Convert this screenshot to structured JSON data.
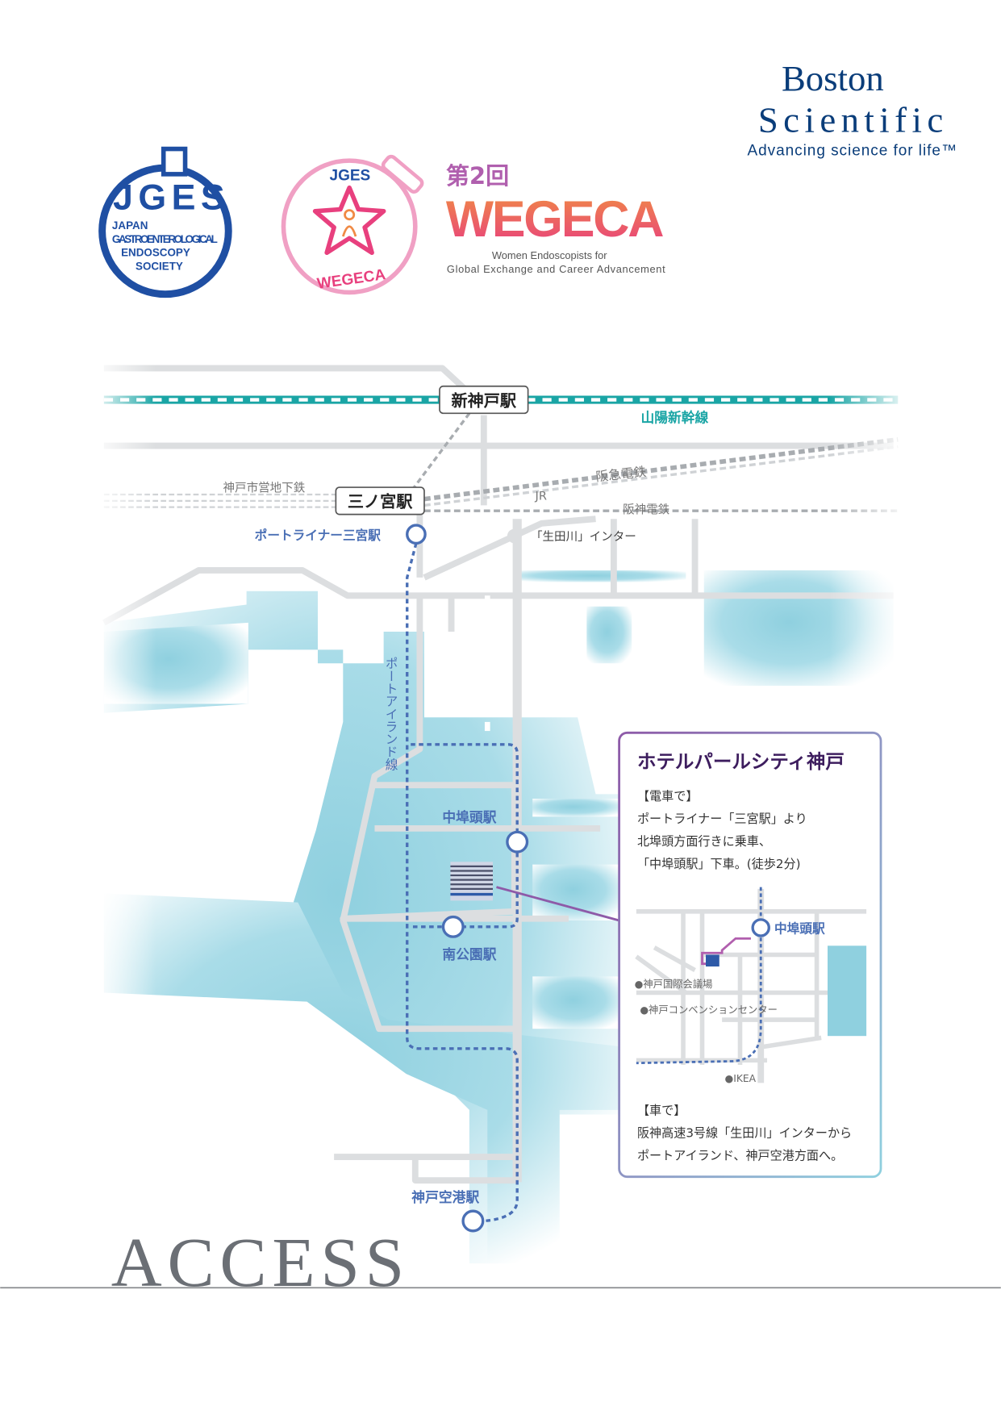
{
  "sponsor": {
    "name_line1": "Boston",
    "name_line2": "Scientific",
    "tagline": "Advancing science for life™",
    "color": "#0a3d7a"
  },
  "jges_logo": {
    "acronym": "JGES",
    "line1": "JAPAN",
    "line2": "GASTROENTEROLOGICAL",
    "line3": "ENDOSCOPY",
    "line4": "SOCIETY",
    "color": "#1f4fa3"
  },
  "wegeca_logo": {
    "badge_top": "JGES",
    "badge_bottom": "WEGECA",
    "edition": "第2回",
    "title": "WEGECA",
    "subtitle_line1": "Women Endoscopists for",
    "subtitle_line2": "Global Exchange and Career Advancement"
  },
  "map": {
    "stations": {
      "shin_kobe": "新神戸駅",
      "sannomiya": "三ノ宮駅",
      "portliner_sannomiya": "ポートライナー三宮駅",
      "naka_futo": "中埠頭駅",
      "minami_koen": "南公園駅",
      "kobe_airport": "神戸空港駅"
    },
    "lines": {
      "sanyo_shinkansen": "山陽新幹線",
      "subway": "神戸市営地下鉄",
      "hankyu": "阪急電鉄",
      "jr": "JR",
      "hanshin": "阪神電鉄",
      "port_island_line": "ポートアイランド線"
    },
    "interchange": "「生田川」インター",
    "colors": {
      "water": "#8fd0df",
      "road": "#dcdee0",
      "portliner": "#4a6fb5",
      "shinkansen": "#1aa5a5"
    }
  },
  "info_box": {
    "hotel_name": "ホテルパールシティ神戸",
    "train_heading": "【電車で】",
    "train_lines": [
      "ポートライナー「三宮駅」より",
      "北埠頭方面行きに乗車、",
      "「中埠頭駅」下車。(徒歩2分)"
    ],
    "inset_map": {
      "station": "中埠頭駅",
      "landmark1": "●神戸国際会議場",
      "landmark2": "●神戸コンベンションセンター",
      "landmark3": "●IKEA"
    },
    "car_heading": "【車で】",
    "car_lines": [
      "阪神高速3号線「生田川」インターから",
      "ポートアイランド、神戸空港方面へ。"
    ]
  },
  "footer": {
    "title": "ACCESS"
  }
}
